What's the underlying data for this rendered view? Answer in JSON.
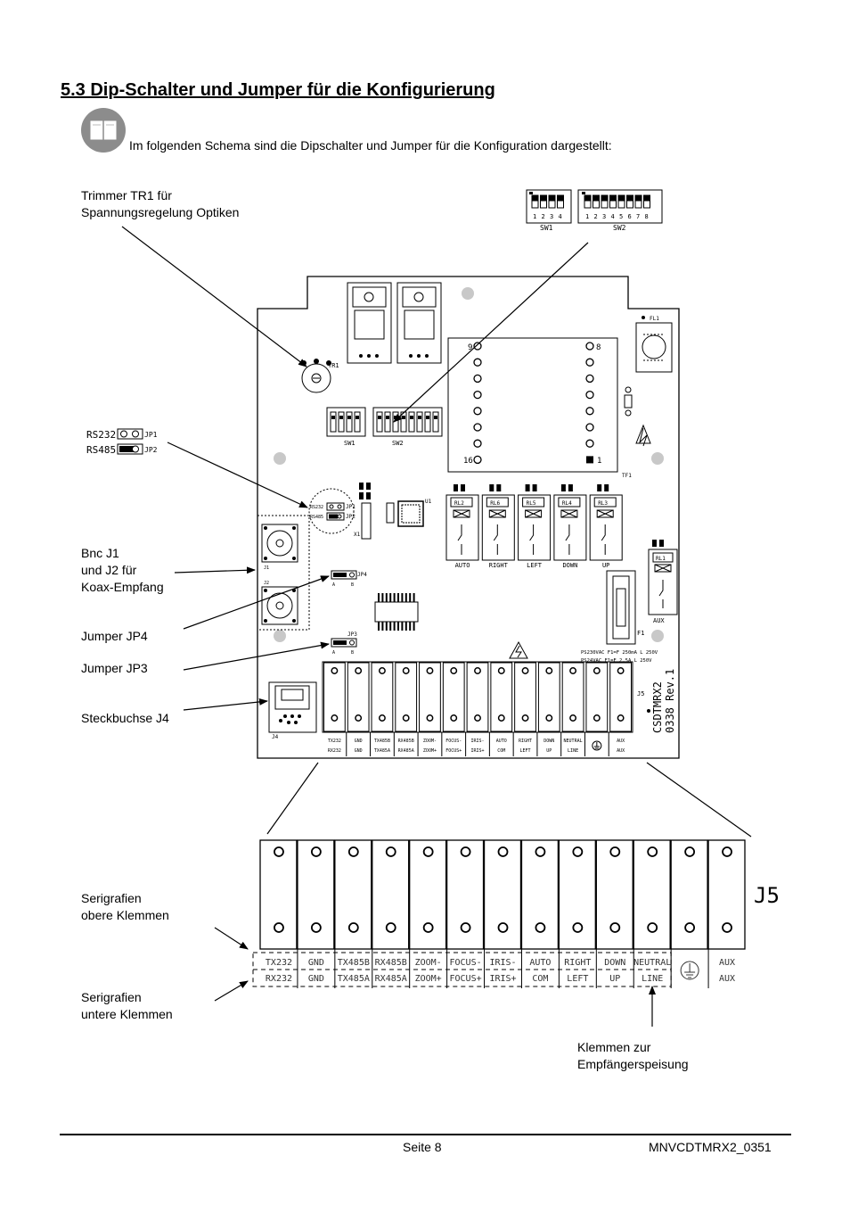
{
  "section_title": "5.3 Dip-Schalter und Jumper für die Konfigurierung",
  "intro_text": "Im folgenden Schema sind die Dipschalter und Jumper für die Konfiguration dargestellt:",
  "icons": {
    "manual": "book-icon"
  },
  "callouts": {
    "trimmer": "Trimmer TR1 für\nSpannungsregelung Optiken",
    "bnc": "Bnc J1\nund J2 für\nKoax-Empfang",
    "jp4": "Jumper JP4",
    "jp3": "Jumper JP3",
    "j4": "Steckbuchse J4",
    "upper_terminals": "Serigrafien\nobere Klemmen",
    "lower_terminals": "Serigrafien\nuntere Klemmen",
    "power_terminals": "Klemmen zur\nEmpfängerspeisung"
  },
  "dip_switches": {
    "sw1": {
      "name": "SW1",
      "positions": [
        "1",
        "2",
        "3",
        "4"
      ]
    },
    "sw2": {
      "name": "SW2",
      "positions": [
        "1",
        "2",
        "3",
        "4",
        "5",
        "6",
        "7",
        "8"
      ]
    }
  },
  "jumper_legend": {
    "rs232": "RS232",
    "jp1": "JP1",
    "rs485": "RS485",
    "jp2": "JP2"
  },
  "board": {
    "tr1": "TR1",
    "sw1": "SW1",
    "sw2": "SW2",
    "u1": "U1",
    "x1": "X1",
    "jp1": "JP1",
    "jp2": "JP2",
    "jp3": "JP3",
    "jp4": "JP4",
    "rs232": "RS232",
    "rs485": "RS485",
    "j1": "J1",
    "j2": "J2",
    "j4": "J4",
    "j5": "J5",
    "fl1": "FL1",
    "tf1": "TF1",
    "f1": "F1",
    "rl1": "RL1",
    "aux": "AUX",
    "pin9": "9",
    "pin8": "8",
    "pin16": "16",
    "pin1": "1",
    "jumper_a": "A",
    "jumper_b": "B",
    "relays": [
      {
        "id": "RL2",
        "label": "AUTO"
      },
      {
        "id": "RL6",
        "label": "RIGHT"
      },
      {
        "id": "RL5",
        "label": "LEFT"
      },
      {
        "id": "RL4",
        "label": "DOWN"
      },
      {
        "id": "RL3",
        "label": "UP"
      }
    ],
    "fuse_line1": "PS230VAC  F1=F  250mA  L  250V",
    "fuse_line2": "PS24VAC  F1=F  2.5A  L  250V",
    "model": "CSDTMRX2",
    "revision": "0338  Rev.1"
  },
  "terminals": [
    {
      "upper": "TX232",
      "lower": "RX232"
    },
    {
      "upper": "GND",
      "lower": "GND"
    },
    {
      "upper": "TX485B",
      "lower": "TX485A"
    },
    {
      "upper": "RX485B",
      "lower": "RX485A"
    },
    {
      "upper": "ZOOM-",
      "lower": "ZOOM+"
    },
    {
      "upper": "FOCUS-",
      "lower": "FOCUS+"
    },
    {
      "upper": "IRIS-",
      "lower": "IRIS+"
    },
    {
      "upper": "AUTO",
      "lower": "COM"
    },
    {
      "upper": "RIGHT",
      "lower": "LEFT"
    },
    {
      "upper": "DOWN",
      "lower": "UP"
    },
    {
      "upper": "NEUTRAL",
      "lower": "LINE"
    },
    {
      "upper": "",
      "lower": ""
    },
    {
      "upper": "AUX",
      "lower": "AUX"
    }
  ],
  "terminal_block_label": "J5",
  "footer": {
    "page": "Seite 8",
    "doc_id": "MNVCDTMRX2_0351"
  }
}
